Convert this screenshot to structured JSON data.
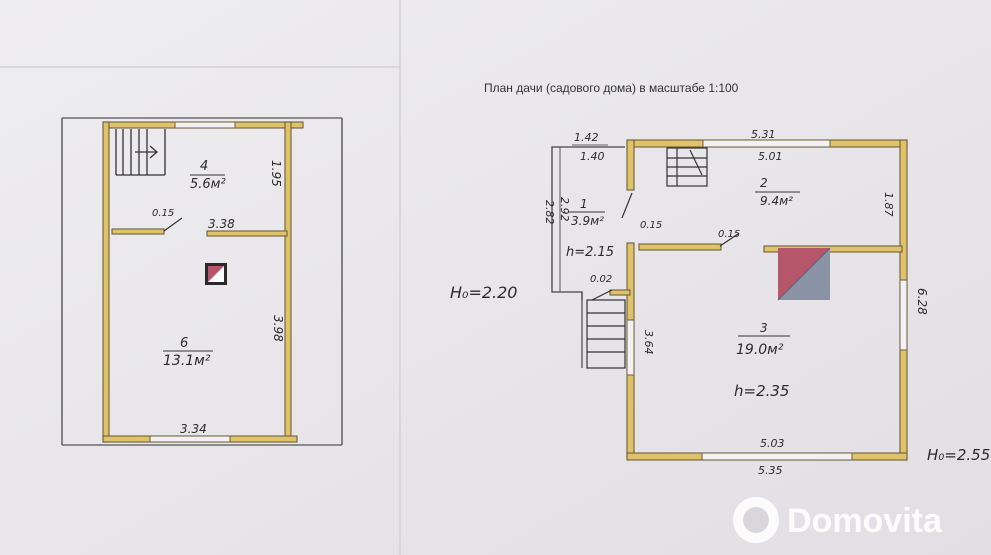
{
  "title": "План дачи (садового дома) в масштабе 1:100",
  "left_plan": {
    "dims": {
      "top_left": "1.95",
      "partition_width": "3.38",
      "partition_gap": "0.15",
      "right_height": "3.98",
      "bottom_width": "3.34"
    },
    "rooms": [
      {
        "number": "4",
        "area": "5.6м²"
      },
      {
        "number": "6",
        "area": "13.1м²"
      }
    ]
  },
  "right_plan": {
    "dims": {
      "porch_top_outer": "1.42",
      "porch_top_inner": "1.40",
      "porch_left_outer": "2.82",
      "porch_left_inner": "2.92",
      "room2_top_outer": "5.31",
      "room2_top_inner": "5.01",
      "room2_right": "1.87",
      "right_height": "6.28",
      "partition_a": "0.15",
      "partition_b": "0.15",
      "door_gap": "0.02",
      "stair_wall": "3.64",
      "bottom_inner": "5.03",
      "bottom_outer": "5.35"
    },
    "rooms": [
      {
        "number": "1",
        "area": "3.9м²",
        "height": "h=2.15"
      },
      {
        "number": "2",
        "area": "9.4м²"
      },
      {
        "number": "3",
        "area": "19.0м²",
        "height": "h=2.35"
      }
    ],
    "ground_marks": [
      "Н₀=2.20",
      "Н₀=2.55"
    ]
  },
  "watermark": "Domovita",
  "colors": {
    "wall": "#e0c26a",
    "wall_edge": "#6d5f3a",
    "chimney_red": "#b6566a",
    "chimney_gray": "#8a93a6"
  }
}
